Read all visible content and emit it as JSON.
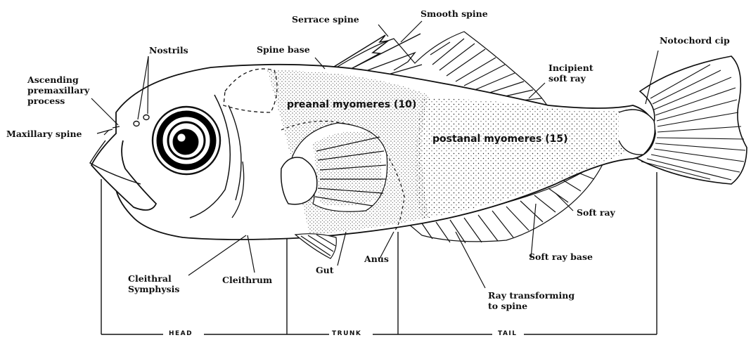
{
  "labels": {
    "serrate_spine": "Serrace spine",
    "smooth_spine": "Smooth spine",
    "nostrils": "Nostrils",
    "spine_base": "Spine base",
    "ascending_premaxillary": "Ascending\npremaxillary\nprocess",
    "maxillary_spine": "Maxillary spine",
    "notochord_tip": "Notochord cip",
    "incipient_soft_ray": "Incipient\nsoft ray",
    "soft_ray": "Soft ray",
    "soft_ray_base": "Soft ray base",
    "ray_transforming": "Ray transforming\nto spine",
    "anus": "Anus",
    "gut": "Gut",
    "cleithrum": "Cleithrum",
    "cleithral_symphysis": "Cleithral\nSymphysis"
  },
  "inner_text": {
    "preanal": "preanal myomeres (10)",
    "postanal": "postanal myomeres (15)"
  },
  "sections": {
    "head": "HEAD",
    "trunk": "TRUNK",
    "tail": "TAIL"
  }
}
